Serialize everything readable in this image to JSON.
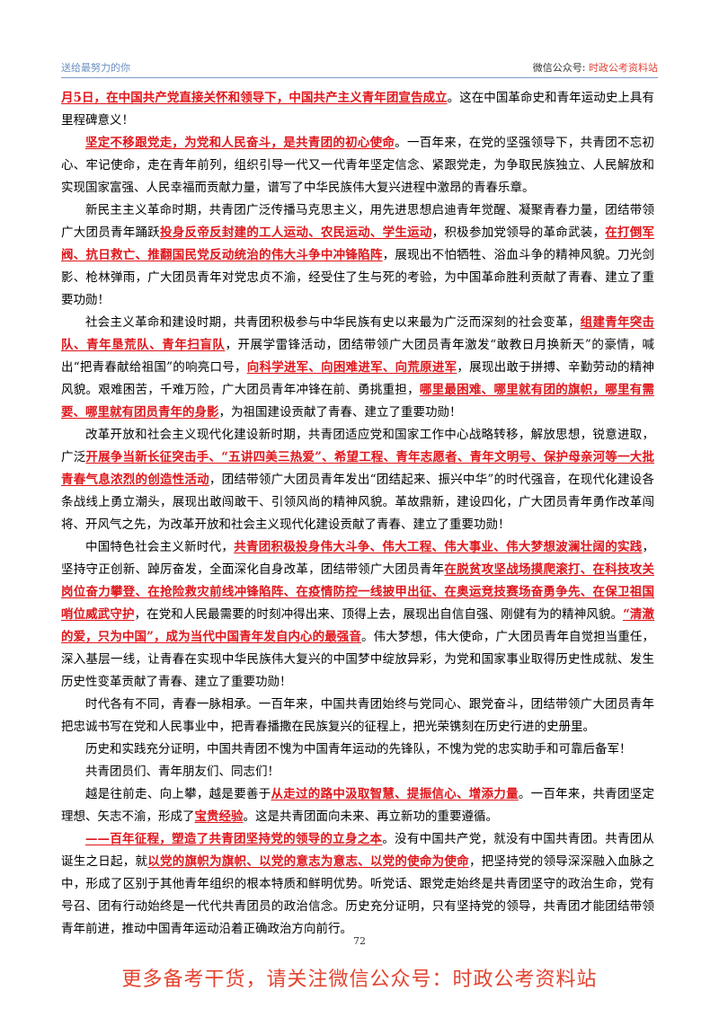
{
  "header": {
    "left": "送给最努力的你",
    "right_prefix": "微信公众号: ",
    "right_highlight": "时政公考资料站"
  },
  "paragraphs": [
    {
      "indent": false,
      "segments": [
        {
          "text": "月5日，在中国共产党直接关怀和领导下，中国共产主义青年团宣告成立",
          "hl": true
        },
        {
          "text": "。这在中国革命史和青年运动史上具有里程碑意义！",
          "hl": false
        }
      ]
    },
    {
      "indent": true,
      "segments": [
        {
          "text": "坚定不移跟党走，为党和人民奋斗，是共青团的初心使命",
          "hl": true
        },
        {
          "text": "。一百年来，在党的坚强领导下，共青团不忘初心、牢记使命，走在青年前列，组织引导一代又一代青年坚定信念、紧跟党走，为争取民族独立、人民解放和实现国家富强、人民幸福而贡献力量，谱写了中华民族伟大复兴进程中激昂的青春乐章。",
          "hl": false
        }
      ]
    },
    {
      "indent": true,
      "segments": [
        {
          "text": "新民主主义革命时期，共青团广泛传播马克思主义，用先进思想启迪青年觉醒、凝聚青春力量，团结带领广大团员青年踊跃",
          "hl": false
        },
        {
          "text": "投身反帝反封建的工人运动、农民运动、学生运动",
          "hl": true
        },
        {
          "text": "，积极参加党领导的革命武装，",
          "hl": false
        },
        {
          "text": "在打倒军阀、抗日救亡、推翻国民党反动统治的伟大斗争中冲锋陷阵",
          "hl": true
        },
        {
          "text": "，展现出不怕牺牲、浴血斗争的精神风貌。刀光剑影、枪林弹雨，广大团员青年对党忠贞不渝，经受住了生与死的考验，为中国革命胜利贡献了青春、建立了重要功勋！",
          "hl": false
        }
      ]
    },
    {
      "indent": true,
      "segments": [
        {
          "text": "社会主义革命和建设时期，共青团积极参与中华民族有史以来最为广泛而深刻的社会变革，",
          "hl": false
        },
        {
          "text": "组建青年突击队、青年垦荒队、青年扫盲队",
          "hl": true
        },
        {
          "text": "，开展学雷锋活动，团结带领广大团员青年激发“敢教日月换新天”的豪情，喊出“把青春献给祖国”的响亮口号，",
          "hl": false
        },
        {
          "text": "向科学进军、向困难进军、向荒原进军",
          "hl": true
        },
        {
          "text": "，展现出敢于拼搏、辛勤劳动的精神风貌。艰难困苦，千难万险，广大团员青年冲锋在前、勇挑重担，",
          "hl": false
        },
        {
          "text": "哪里最困难、哪里就有团的旗帜，哪里有需要、哪里就有团员青年的身影",
          "hl": true
        },
        {
          "text": "，为祖国建设贡献了青春、建立了重要功勋！",
          "hl": false
        }
      ]
    },
    {
      "indent": true,
      "segments": [
        {
          "text": "改革开放和社会主义现代化建设新时期，共青团适应党和国家工作中心战略转移，解放思想，锐意进取，广泛",
          "hl": false
        },
        {
          "text": "开展争当新长征突击手、“五讲四美三热爱”、希望工程、青年志愿者、青年文明号、保护母亲河等一大批青春气息浓烈的创造性活动",
          "hl": true
        },
        {
          "text": "，团结带领广大团员青年发出“团结起来、振兴中华”的时代强音，在现代化建设各条战线上勇立潮头，展现出敢闯敢干、引领风尚的精神风貌。革故鼎新，建设四化，广大团员青年勇作改革闯将、开风气之先，为改革开放和社会主义现代化建设贡献了青春、建立了重要功勋！",
          "hl": false
        }
      ]
    },
    {
      "indent": true,
      "segments": [
        {
          "text": "中国特色社会主义新时代，",
          "hl": false
        },
        {
          "text": "共青团积极投身伟大斗争、伟大工程、伟大事业、伟大梦想波澜壮阔的实践",
          "hl": true
        },
        {
          "text": "，坚持守正创新、踔厉奋发，全面深化自身改革，团结带领广大团员青年",
          "hl": false
        },
        {
          "text": "在脱贫攻坚战场摸爬滚打、在科技攻关岗位奋力攀登、在抢险救灾前线冲锋陷阵、在疫情防控一线披甲出征、在奥运竞技赛场奋勇争先、在保卫祖国哨位威武守护",
          "hl": true
        },
        {
          "text": "，在党和人民最需要的时刻冲得出来、顶得上去，展现出自信自强、刚健有为的精神风貌。",
          "hl": false
        },
        {
          "text": "“清澈的爱，只为中国”，成为当代中国青年发自内心的最强音",
          "hl": true
        },
        {
          "text": "。伟大梦想，伟大使命，广大团员青年自觉担当重任，深入基层一线，让青春在实现中华民族伟大复兴的中国梦中绽放异彩，为党和国家事业取得历史性成就、发生历史性变革贡献了青春、建立了重要功勋！",
          "hl": false
        }
      ]
    },
    {
      "indent": true,
      "segments": [
        {
          "text": "时代各有不同，青春一脉相承。一百年来，中国共青团始终与党同心、跟党奋斗，团结带领广大团员青年把忠诚书写在党和人民事业中，把青春播撒在民族复兴的征程上，把光荣镌刻在历史行进的史册里。",
          "hl": false
        }
      ]
    },
    {
      "indent": true,
      "segments": [
        {
          "text": "历史和实践充分证明，中国共青团不愧为中国青年运动的先锋队，不愧为党的忠实助手和可靠后备军！",
          "hl": false
        }
      ]
    },
    {
      "indent": true,
      "segments": [
        {
          "text": "共青团员们、青年朋友们、同志们！",
          "hl": false
        }
      ]
    },
    {
      "indent": true,
      "segments": [
        {
          "text": "越是往前走、向上攀，越是要善于",
          "hl": false
        },
        {
          "text": "从走过的路中汲取智慧、提振信心、增添力量",
          "hl": true
        },
        {
          "text": "。一百年来，共青团坚定理想、矢志不渝，形成了",
          "hl": false
        },
        {
          "text": "宝贵经验",
          "hl": true
        },
        {
          "text": "。这是共青团面向未来、再立新功的重要遵循。",
          "hl": false
        }
      ]
    },
    {
      "indent": true,
      "segments": [
        {
          "text": "——百年征程，塑造了共青团坚持党的领导的立身之本",
          "hl": true
        },
        {
          "text": "。没有中国共产党，就没有中国共青团。共青团从诞生之日起，就",
          "hl": false
        },
        {
          "text": "以党的旗帜为旗帜、以党的意志为意志、以党的使命为使命",
          "hl": true
        },
        {
          "text": "，把坚持党的领导深深融入血脉之中，形成了区别于其他青年组织的根本特质和鲜明优势。听党话、跟党走始终是共青团坚守的政治生命，党有号召、团有行动始终是一代代共青团员的政治信念。历史充分证明，只有坚持党的领导，共青团才能团结带领青年前进，推动中国青年运动沿着正确政治方向前行。",
          "hl": false
        }
      ]
    }
  ],
  "page_number": "72",
  "footer": "更多备考干货，请关注微信公众号：时政公考资料站"
}
